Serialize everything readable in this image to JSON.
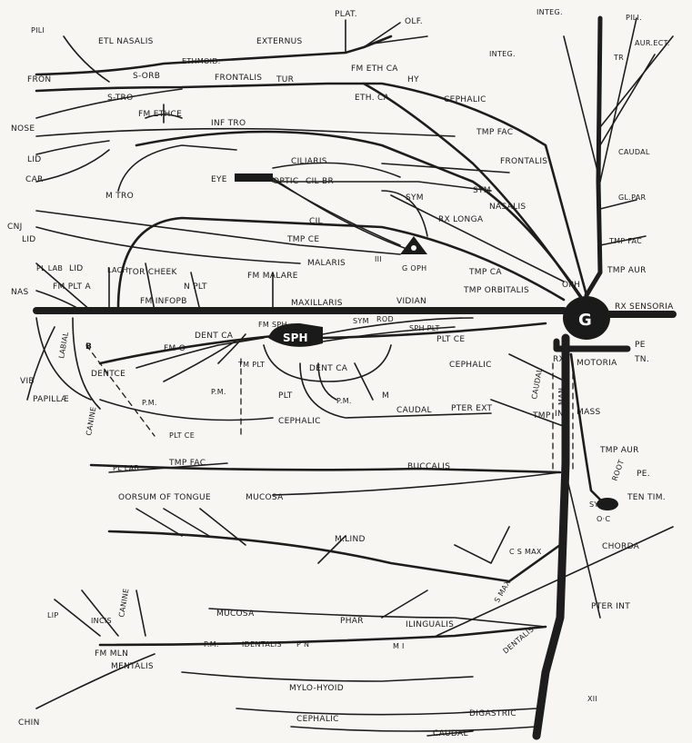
{
  "labels": {
    "pili_tl": "PILI",
    "etl_nasalis": "ETL NASALIS",
    "externus": "EXTERNUS",
    "plat": "PLAT.",
    "olf": "OLF.",
    "integ_top": "INTEG.",
    "pili_tr": "PILI.",
    "aur_ect": "AUR.ECT.",
    "integ2": "INTEG.",
    "tr": "TR",
    "fron": "FRON",
    "s_orb": "S-ORB",
    "ethmoid": "ETHMOID.",
    "frontalis": "FRONTALIS",
    "tur": "TUR",
    "fm_eth_ca": "FM ETH CA",
    "hy": "HY",
    "s_tro": "S-TRO",
    "eth_ca": "ETH. CA",
    "cephalic_top": "CEPHALIC",
    "caudal_right": "CAUDAL",
    "fm_ethce": "FM ETHCE",
    "nose": "NOSE",
    "infr_tro": "INF TRO",
    "tmp_fac_top": "TMP FAC",
    "frontalis_r": "FRONTALIS",
    "lid_top": "LID",
    "ciliaris": "CILIARIS",
    "car": "CAR",
    "eye": "EYE",
    "optic": "OPTIC",
    "cil_br": "CIL BR",
    "sym_r": "SYM",
    "gl_par": "GL.PAR",
    "m_tro": "M TRO",
    "sym_c": "SYM",
    "nasalis_r": "NASALIS",
    "rx_longa": "RX LONGA",
    "tmp_fac_r": "TMP FAC",
    "cil": "CIL",
    "cnj": "CNJ",
    "lid2": "LID",
    "tmp_ce": "TMP CE",
    "iii": "III",
    "g_oph": "G OPH",
    "tmp_aur_top": "TMP AUR",
    "malaris": "MALARIS",
    "pl_lab_top": "PL LAB",
    "lid3": "LID",
    "lach": "LACH",
    "tor_cheek": "TOR CHEEK",
    "fm_malare": "FM MALARE",
    "tmp_ca": "TMP CA",
    "oph": "OPH",
    "nas": "NAS",
    "fm_plt_a": "FM PLT A",
    "n_plt": "N PLT",
    "tmp_orbitalis": "TMP ORBITALIS",
    "rx_sensoria": "RX SENSORIA",
    "fm_infopb": "FM INFOPB",
    "maxillaris": "MAXILLARIS",
    "vidian": "VIDIAN",
    "g_main": "G",
    "fm_sph": "FM SPH",
    "sym_v": "SYM",
    "rod": "ROD",
    "sph_plt": "SPH PLT",
    "labial": "LABIAL",
    "b": "B",
    "fm_o": "FM O",
    "dent_ca": "DENT CA",
    "sph": "SPH",
    "plt_ce": "PLT CE",
    "rx": "RX",
    "motoria": "MOTORIA",
    "pe": "PE",
    "tn": "TN.",
    "vib": "VIB",
    "cephalic_mid": "CEPHALIC",
    "dentce": "DENTCE",
    "tm_plt": "TM PLT",
    "dent_ca2": "DENT CA",
    "caudal_v": "CAUDAL",
    "man": "MAN",
    "papillae": "PAPILLÆ",
    "canine": "CANINE",
    "pm1": "P.M.",
    "pm2": "P.M.",
    "plt": "PLT",
    "pm3": "P.M.",
    "m": "M",
    "caudal_mid": "CAUDAL",
    "pter_ext": "PTER EXT",
    "tmp": "TMP",
    "int": "INT",
    "mass": "MASS",
    "cephalic_low": "CEPHALIC",
    "plt_ce2": "PLT CE",
    "tmp_aur": "TMP AUR",
    "pl_lab": "PL LAB",
    "tmp_fac": "TMP FAC",
    "buccalis": "BUCCALIS",
    "root": "ROOT",
    "pe2": "PE.",
    "ten_tim": "TEN TIM.",
    "oorsum": "OORSUM OF TONGUE",
    "mucosa_top": "MUCOSA",
    "sym_low": "SYM",
    "oc": "O·C",
    "chorda": "CHORDA",
    "m_lind": "M.LIND",
    "c_s_max": "C S MAX",
    "s_max": "S MAX",
    "pter_int": "PTER INT",
    "lip": "LIP",
    "incis": "INCIS",
    "canine2": "CANINE",
    "mucosa": "MUCOSA",
    "phar": "PHAR",
    "ilingualis": "ILINGUALIS",
    "dentalis": "DENTALIS",
    "fm_mln": "FM MLN",
    "pm_low": "P.M.",
    "identalis": "IDENTALIS",
    "pn": "P N",
    "mi": "M I",
    "mentalis": "MENTALIS",
    "mylo_hyoid": "MYLO-HYOID",
    "xii": "XII",
    "chin": "CHIN",
    "cephalic_bot": "CEPHALIC",
    "digastric": "DIGASTRIC",
    "caudal_bot": "CAUDAL"
  }
}
